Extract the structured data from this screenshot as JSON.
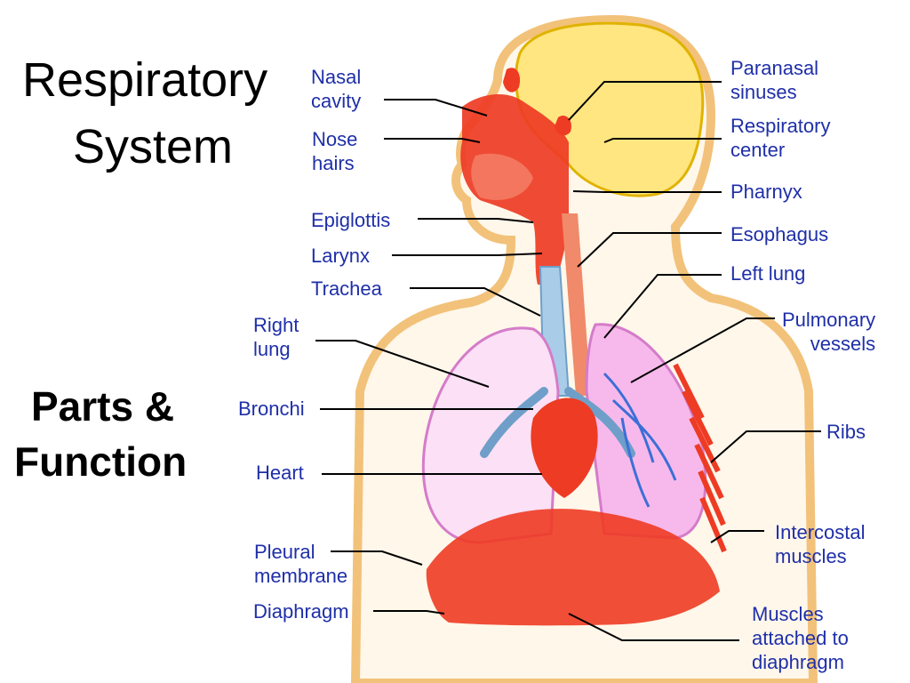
{
  "title": {
    "line1": "Respiratory",
    "line2": "System"
  },
  "subtitle": {
    "line1": "Parts &",
    "line2": "Function"
  },
  "labels": {
    "nasal_cavity": [
      "Nasal",
      "cavity"
    ],
    "nose_hairs": [
      "Nose",
      "hairs"
    ],
    "epiglottis": [
      "Epiglottis"
    ],
    "larynx": [
      "Larynx"
    ],
    "trachea": [
      "Trachea"
    ],
    "right_lung": [
      "Right",
      "lung"
    ],
    "bronchi": [
      "Bronchi"
    ],
    "heart": [
      "Heart"
    ],
    "pleural_membrane": [
      "Pleural",
      "membrane"
    ],
    "diaphragm": [
      "Diaphragm"
    ],
    "paranasal_sinuses": [
      "Paranasal",
      "sinuses"
    ],
    "respiratory_center": [
      "Respiratory",
      "center"
    ],
    "pharnyx": [
      "Pharnyx"
    ],
    "esophagus": [
      "Esophagus"
    ],
    "left_lung": [
      "Left lung"
    ],
    "pulmonary_vessels": [
      "Pulmonary",
      "vessels"
    ],
    "ribs": [
      "Ribs"
    ],
    "intercostal_muscles": [
      "Intercostal",
      "muscles"
    ],
    "muscles_diaphragm": [
      "Muscles",
      "attached to",
      "diaphragm"
    ]
  },
  "colors": {
    "label_text": "#1f2fa8",
    "body_outline": "#f2c27a",
    "brain": "#ffe680",
    "airway_red": "#ee3b24",
    "trachea_blue": "#a9cde8",
    "lung_pink": "#f2a6e6",
    "vessel_blue": "#3c6fd6"
  }
}
